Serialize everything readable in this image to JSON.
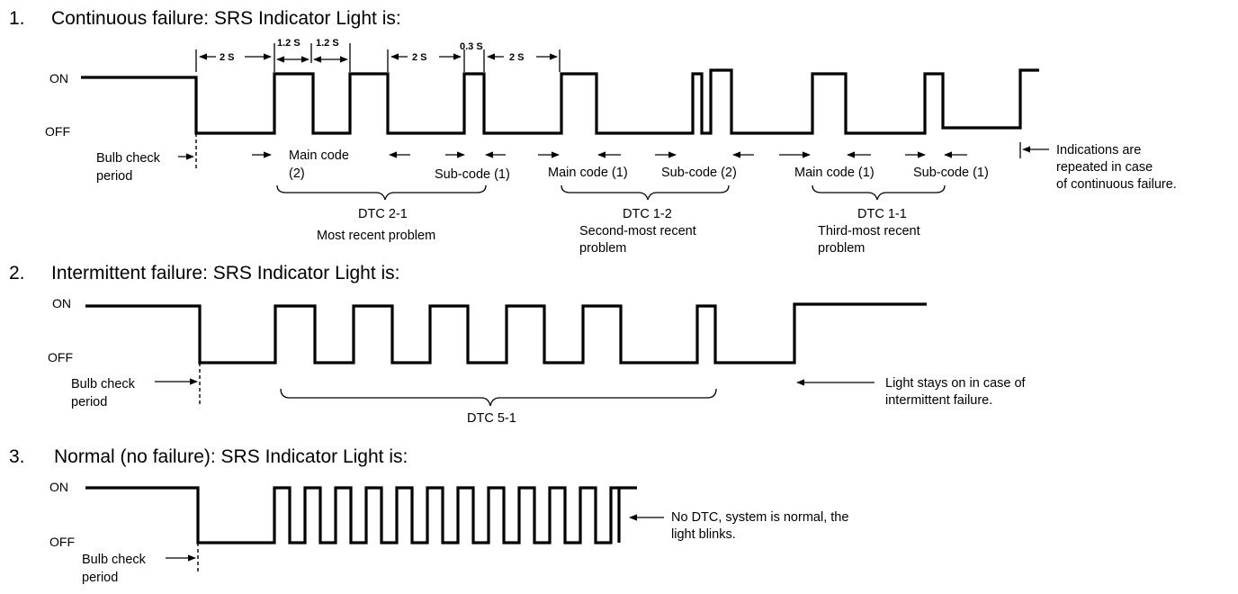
{
  "sections": [
    {
      "number": "1.",
      "title": "Continuous failure: SRS Indicator Light is:",
      "on_label": "ON",
      "off_label": "OFF",
      "bulb_check": [
        "Bulb check",
        "period"
      ],
      "timing": {
        "two_s": "2 S",
        "one_two_s": "1.2 S",
        "zero_three_s": "0.3 S"
      },
      "labels": {
        "main_code_a": [
          "Main code",
          "(2)"
        ],
        "sub_code_a": "Sub-code (1)",
        "main_code_b": "Main code (1)",
        "sub_code_b": "Sub-code (2)",
        "main_code_c": "Main code (1)",
        "sub_code_c": "Sub-code (1)"
      },
      "groups": [
        {
          "dtc": "DTC 2-1",
          "desc": [
            "Most recent problem"
          ]
        },
        {
          "dtc": "DTC 1-2",
          "desc": [
            "Second-most recent",
            "problem"
          ]
        },
        {
          "dtc": "DTC 1-1",
          "desc": [
            "Third-most recent",
            "problem"
          ]
        }
      ],
      "note": [
        "Indications are",
        "repeated in case",
        "of continuous failure."
      ]
    },
    {
      "number": "2.",
      "title": "Intermittent failure: SRS Indicator Light is:",
      "on_label": "ON",
      "off_label": "OFF",
      "bulb_check": [
        "Bulb check",
        "period"
      ],
      "dtc": "DTC 5-1",
      "note": [
        "Light stays on in case of",
        "intermittent failure."
      ]
    },
    {
      "number": "3.",
      "title": "Normal (no failure): SRS Indicator Light is:",
      "on_label": "ON",
      "off_label": "OFF",
      "bulb_check": [
        "Bulb check",
        "period"
      ],
      "note": [
        "No DTC, system is normal, the",
        "light blinks."
      ]
    }
  ]
}
